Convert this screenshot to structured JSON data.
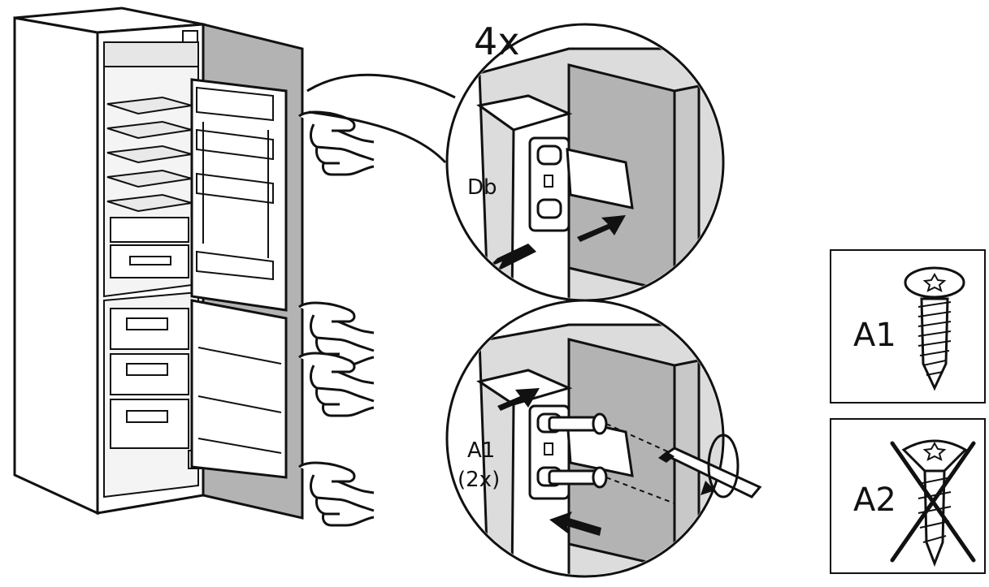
{
  "labels": {
    "count": "4x",
    "hinge_cover": "Db",
    "screw_used": "A1",
    "screw_used_qty": "(2x)",
    "screw_ok": "A1",
    "screw_not_ok": "A2"
  },
  "colors": {
    "line": "#111111",
    "panel": "#b3b3b3",
    "panel_light": "#dcdcdc",
    "background": "#ffffff"
  },
  "icons": {
    "hand": "pointing-hand-icon",
    "arrow": "arrow-icon",
    "rotation": "rotation-arrow-icon",
    "cross": "cross-mark-icon"
  }
}
